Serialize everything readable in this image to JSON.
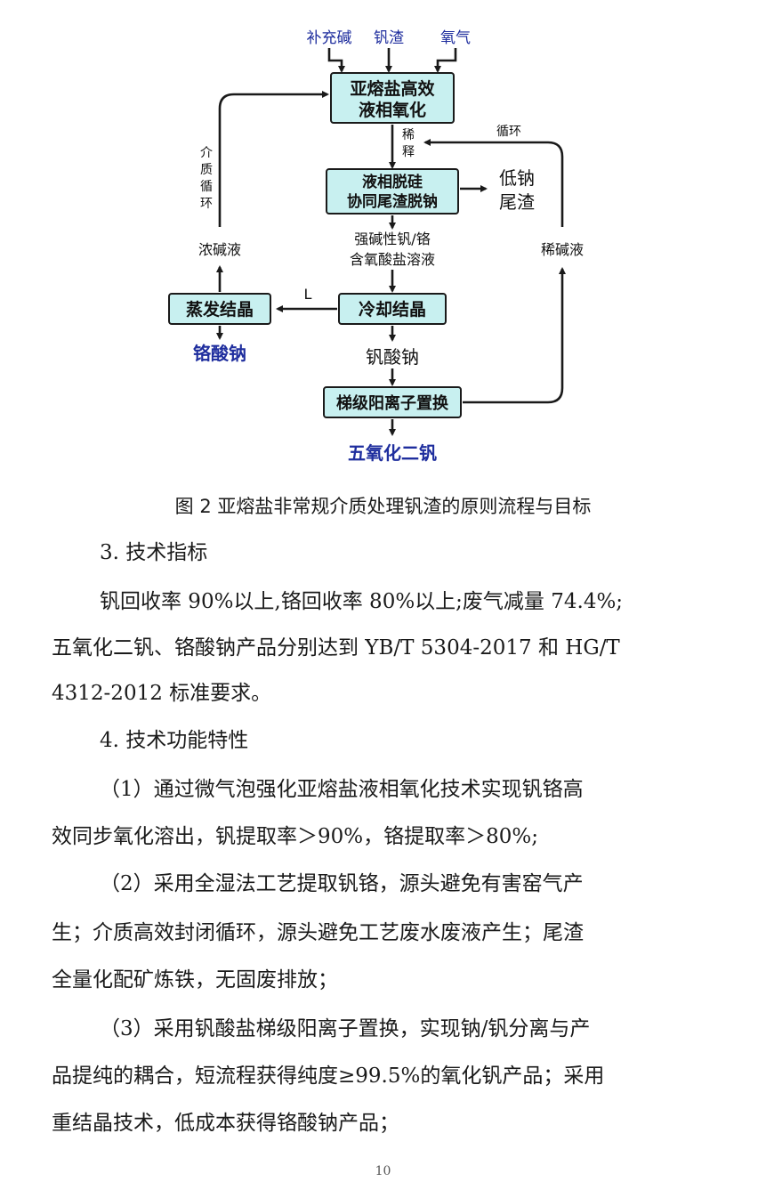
{
  "diagram": {
    "inputs": [
      "补充碱",
      "钒渣",
      "氧气"
    ],
    "box_oxidation": [
      "亚熔盐高效",
      "液相氧化"
    ],
    "label_dilute_v": [
      "稀",
      "释"
    ],
    "label_cycle_h": "循环",
    "box_desilication": [
      "液相脱硅",
      "协同尾渣脱钠"
    ],
    "low_sodium_tail": [
      "低钠",
      "尾渣"
    ],
    "medium_cycle_v": [
      "介",
      "质",
      "循",
      "环"
    ],
    "strong_alkali_solution": [
      "强碱性钒/铬",
      "含氧酸盐溶液"
    ],
    "conc_alkali": "浓碱液",
    "dilute_alkali": "稀碱液",
    "label_L": "L",
    "box_evap": "蒸发结晶",
    "box_cool": "冷却结晶",
    "product_chromate": "铬酸钠",
    "product_vanadate": "钒酸钠",
    "box_cation": "梯级阳离子置换",
    "product_v2o5": "五氧化二钒"
  },
  "caption": "图 2  亚熔盐非常规介质处理钒渣的原则流程与目标",
  "body": {
    "h3": "3. 技术指标",
    "p1_l1": "钒回收率 90%以上,铬回收率 80%以上;废气减量 74.4%;",
    "p1_l2": "五氧化二钒、铬酸钠产品分别达到 YB/T 5304-2017 和 HG/T",
    "p1_l3": "4312-2012 标准要求。",
    "h4": "4. 技术功能特性",
    "i1_l1": "（1）通过微气泡强化亚熔盐液相氧化技术实现钒铬高",
    "i1_l2": "效同步氧化溶出，钒提取率＞90%，铬提取率＞80%;",
    "i2_l1": "（2）采用全湿法工艺提取钒铬，源头避免有害窑气产",
    "i2_l2": "生；介质高效封闭循环，源头避免工艺废水废液产生；尾渣",
    "i2_l3": "全量化配矿炼铁，无固废排放；",
    "i3_l1": "（3）采用钒酸盐梯级阳离子置换，实现钠/钒分离与产",
    "i3_l2": "品提纯的耦合，短流程获得纯度≥99.5%的氧化钒产品；采用",
    "i3_l3": "重结晶技术，低成本获得铬酸钠产品；"
  },
  "page_number": "10"
}
